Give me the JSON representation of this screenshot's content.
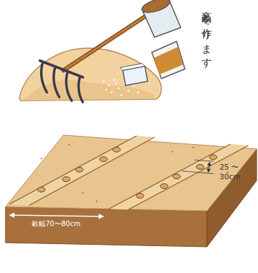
{
  "diagram": {
    "labels": [
      "高畝を作ります",
      "畝幅70〜80cm",
      "25 〜 30cm"
    ]
  }
}
